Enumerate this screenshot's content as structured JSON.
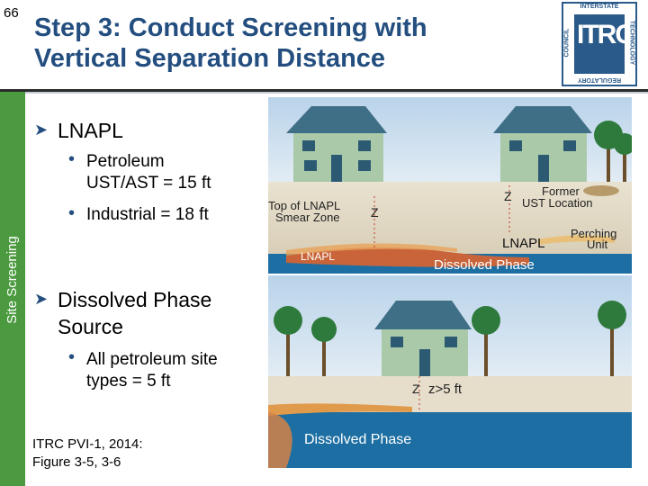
{
  "slide_number": "66",
  "title_line1": "Step 3: Conduct Screening with",
  "title_line2": "Vertical Separation Distance",
  "side_label": "Site Screening",
  "logo": {
    "top": "INTERSTATE",
    "left": "COUNCIL",
    "right": "TECHNOLOGY",
    "bottom": "REGULATORY",
    "center": "ITRC"
  },
  "bullets": {
    "lnapl": "LNAPL",
    "lnapl_sub1_a": "Petroleum",
    "lnapl_sub1_b": "UST/AST = 15 ft",
    "lnapl_sub2": "Industrial = 18 ft",
    "dissolved_a": "Dissolved Phase",
    "dissolved_b": "Source",
    "dissolved_sub1_a": "All petroleum site",
    "dissolved_sub1_b": "types = 5 ft"
  },
  "citation_1": "ITRC PVI-1, 2014:",
  "citation_2": "Figure 3-5, 3-6",
  "figure_top": {
    "top_of_lnapl": "Top of LNAPL",
    "smear_zone": "Smear Zone",
    "z_left": "Z",
    "z_right": "Z",
    "former": "Former",
    "ust_location": "UST Location",
    "lnapl_tag": "LNAPL",
    "lnapl_big": "LNAPL",
    "perching": "Perching",
    "unit": "Unit",
    "dissolved_phase": "Dissolved Phase"
  },
  "figure_bottom": {
    "z_label": "Z",
    "z_gt": "z>5 ft",
    "dissolved_phase": "Dissolved Phase"
  },
  "colors": {
    "title": "#234e7f",
    "sidebar": "#4b9a3f",
    "water": "#1d6fa3",
    "sky": "#c8dced"
  }
}
